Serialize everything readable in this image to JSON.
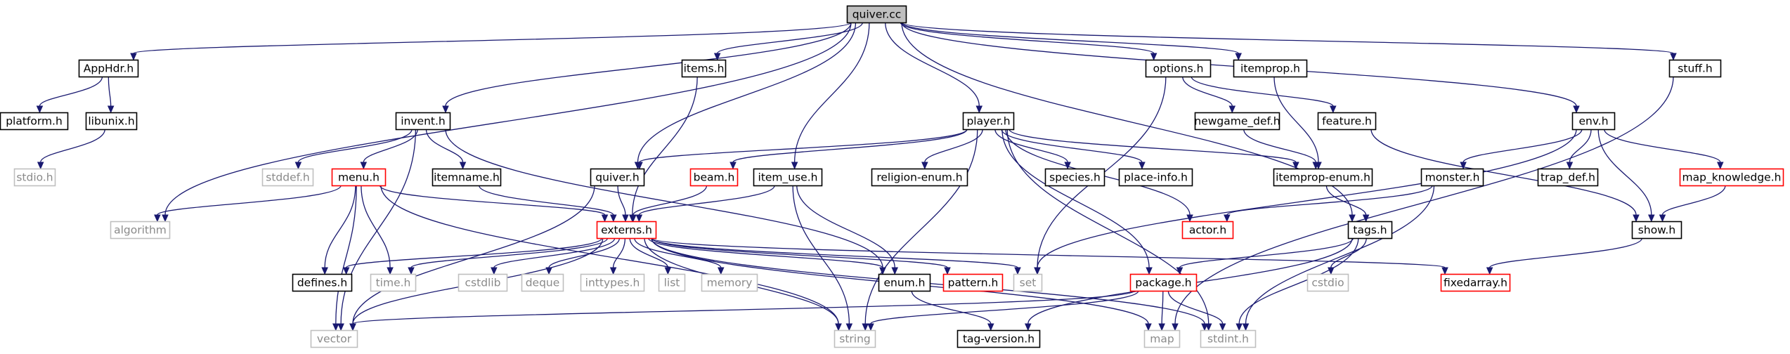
{
  "diagram": {
    "kind": "include-dependency-graph",
    "colors": {
      "edge": "#191970",
      "root_fill": "#bfbfbf",
      "default_border": "#000000",
      "missing_border": "#bfbfbf",
      "missing_text": "#8a8a8a",
      "truncated_border": "#ff0000",
      "text": "#000000"
    },
    "nodes": [
      {
        "id": "quiver_cc",
        "label": "quiver.cc",
        "style": "root"
      },
      {
        "id": "apphdr_h",
        "label": "AppHdr.h",
        "style": "default"
      },
      {
        "id": "platform_h",
        "label": "platform.h",
        "style": "default"
      },
      {
        "id": "libunix_h",
        "label": "libunix.h",
        "style": "default"
      },
      {
        "id": "stdio_h",
        "label": "stdio.h",
        "style": "missing"
      },
      {
        "id": "items_h",
        "label": "items.h",
        "style": "default"
      },
      {
        "id": "invent_h",
        "label": "invent.h",
        "style": "default"
      },
      {
        "id": "stddef_h",
        "label": "stddef.h",
        "style": "missing"
      },
      {
        "id": "menu_h",
        "label": "menu.h",
        "style": "truncated"
      },
      {
        "id": "itemname_h",
        "label": "itemname.h",
        "style": "default"
      },
      {
        "id": "algorithm",
        "label": "algorithm",
        "style": "missing"
      },
      {
        "id": "quiver_h",
        "label": "quiver.h",
        "style": "default"
      },
      {
        "id": "beam_h",
        "label": "beam.h",
        "style": "truncated"
      },
      {
        "id": "item_use_h",
        "label": "item_use.h",
        "style": "default"
      },
      {
        "id": "player_h",
        "label": "player.h",
        "style": "default"
      },
      {
        "id": "religion_enum_h",
        "label": "religion-enum.h",
        "style": "default"
      },
      {
        "id": "species_h",
        "label": "species.h",
        "style": "default"
      },
      {
        "id": "place_info_h",
        "label": "place-info.h",
        "style": "default"
      },
      {
        "id": "options_h",
        "label": "options.h",
        "style": "default"
      },
      {
        "id": "newgame_def_h",
        "label": "newgame_def.h",
        "style": "default"
      },
      {
        "id": "feature_h",
        "label": "feature.h",
        "style": "default"
      },
      {
        "id": "itemprop_h",
        "label": "itemprop.h",
        "style": "default"
      },
      {
        "id": "itemprop_enum_h",
        "label": "itemprop-enum.h",
        "style": "default"
      },
      {
        "id": "stuff_h",
        "label": "stuff.h",
        "style": "default"
      },
      {
        "id": "env_h",
        "label": "env.h",
        "style": "default"
      },
      {
        "id": "monster_h",
        "label": "monster.h",
        "style": "default"
      },
      {
        "id": "trap_def_h",
        "label": "trap_def.h",
        "style": "default"
      },
      {
        "id": "map_knowledge_h",
        "label": "map_knowledge.h",
        "style": "truncated"
      },
      {
        "id": "externs_h",
        "label": "externs.h",
        "style": "truncated"
      },
      {
        "id": "actor_h",
        "label": "actor.h",
        "style": "truncated"
      },
      {
        "id": "tags_h",
        "label": "tags.h",
        "style": "default"
      },
      {
        "id": "show_h",
        "label": "show.h",
        "style": "default"
      },
      {
        "id": "defines_h",
        "label": "defines.h",
        "style": "default"
      },
      {
        "id": "time_h",
        "label": "time.h",
        "style": "missing"
      },
      {
        "id": "cstdlib",
        "label": "cstdlib",
        "style": "missing"
      },
      {
        "id": "deque",
        "label": "deque",
        "style": "missing"
      },
      {
        "id": "inttypes_h",
        "label": "inttypes.h",
        "style": "missing"
      },
      {
        "id": "list",
        "label": "list",
        "style": "missing"
      },
      {
        "id": "memory",
        "label": "memory",
        "style": "missing"
      },
      {
        "id": "enum_h",
        "label": "enum.h",
        "style": "default"
      },
      {
        "id": "pattern_h",
        "label": "pattern.h",
        "style": "truncated"
      },
      {
        "id": "set",
        "label": "set",
        "style": "missing"
      },
      {
        "id": "package_h",
        "label": "package.h",
        "style": "truncated"
      },
      {
        "id": "cstdio",
        "label": "cstdio",
        "style": "missing"
      },
      {
        "id": "fixedarray_h",
        "label": "fixedarray.h",
        "style": "truncated"
      },
      {
        "id": "vector",
        "label": "vector",
        "style": "missing"
      },
      {
        "id": "string",
        "label": "string",
        "style": "missing"
      },
      {
        "id": "tag_version_h",
        "label": "tag-version.h",
        "style": "default"
      },
      {
        "id": "map",
        "label": "map",
        "style": "missing"
      },
      {
        "id": "stdint_h",
        "label": "stdint.h",
        "style": "missing"
      }
    ],
    "edges": [
      [
        "quiver_cc",
        "apphdr_h"
      ],
      [
        "quiver_cc",
        "items_h"
      ],
      [
        "quiver_cc",
        "invent_h"
      ],
      [
        "quiver_cc",
        "algorithm"
      ],
      [
        "quiver_cc",
        "quiver_h"
      ],
      [
        "quiver_cc",
        "item_use_h"
      ],
      [
        "quiver_cc",
        "player_h"
      ],
      [
        "quiver_cc",
        "options_h"
      ],
      [
        "quiver_cc",
        "itemprop_h"
      ],
      [
        "quiver_cc",
        "stuff_h"
      ],
      [
        "quiver_cc",
        "env_h"
      ],
      [
        "quiver_cc",
        "tags_h"
      ],
      [
        "apphdr_h",
        "platform_h"
      ],
      [
        "apphdr_h",
        "libunix_h"
      ],
      [
        "libunix_h",
        "stdio_h"
      ],
      [
        "items_h",
        "externs_h"
      ],
      [
        "invent_h",
        "stddef_h"
      ],
      [
        "invent_h",
        "menu_h"
      ],
      [
        "invent_h",
        "itemname_h"
      ],
      [
        "invent_h",
        "enum_h"
      ],
      [
        "invent_h",
        "vector"
      ],
      [
        "menu_h",
        "algorithm"
      ],
      [
        "menu_h",
        "externs_h"
      ],
      [
        "menu_h",
        "defines_h"
      ],
      [
        "menu_h",
        "time_h"
      ],
      [
        "menu_h",
        "vector"
      ],
      [
        "menu_h",
        "string"
      ],
      [
        "itemname_h",
        "externs_h"
      ],
      [
        "quiver_h",
        "externs_h"
      ],
      [
        "quiver_h",
        "vector"
      ],
      [
        "beam_h",
        "externs_h"
      ],
      [
        "item_use_h",
        "externs_h"
      ],
      [
        "item_use_h",
        "enum_h"
      ],
      [
        "item_use_h",
        "string"
      ],
      [
        "player_h",
        "quiver_h"
      ],
      [
        "player_h",
        "beam_h"
      ],
      [
        "player_h",
        "religion_enum_h"
      ],
      [
        "player_h",
        "species_h"
      ],
      [
        "player_h",
        "place_info_h"
      ],
      [
        "player_h",
        "itemprop_enum_h"
      ],
      [
        "player_h",
        "actor_h"
      ],
      [
        "player_h",
        "package_h"
      ],
      [
        "player_h",
        "stdint_h"
      ],
      [
        "player_h",
        "string"
      ],
      [
        "options_h",
        "newgame_def_h"
      ],
      [
        "options_h",
        "feature_h"
      ],
      [
        "options_h",
        "set"
      ],
      [
        "itemprop_h",
        "itemprop_enum_h"
      ],
      [
        "newgame_def_h",
        "itemprop_enum_h"
      ],
      [
        "feature_h",
        "show_h"
      ],
      [
        "itemprop_enum_h",
        "tags_h"
      ],
      [
        "stuff_h",
        "map"
      ],
      [
        "env_h",
        "monster_h"
      ],
      [
        "env_h",
        "trap_def_h"
      ],
      [
        "env_h",
        "map_knowledge_h"
      ],
      [
        "env_h",
        "show_h"
      ],
      [
        "env_h",
        "set"
      ],
      [
        "monster_h",
        "actor_h"
      ],
      [
        "monster_h",
        "stdint_h"
      ],
      [
        "map_knowledge_h",
        "show_h"
      ],
      [
        "show_h",
        "fixedarray_h"
      ],
      [
        "tags_h",
        "package_h"
      ],
      [
        "tags_h",
        "cstdio"
      ],
      [
        "tags_h",
        "stdint_h"
      ],
      [
        "tags_h",
        "tag_version_h"
      ],
      [
        "externs_h",
        "defines_h"
      ],
      [
        "externs_h",
        "time_h"
      ],
      [
        "externs_h",
        "cstdlib"
      ],
      [
        "externs_h",
        "deque"
      ],
      [
        "externs_h",
        "inttypes_h"
      ],
      [
        "externs_h",
        "list"
      ],
      [
        "externs_h",
        "memory"
      ],
      [
        "externs_h",
        "enum_h"
      ],
      [
        "externs_h",
        "pattern_h"
      ],
      [
        "externs_h",
        "set"
      ],
      [
        "externs_h",
        "fixedarray_h"
      ],
      [
        "externs_h",
        "vector"
      ],
      [
        "externs_h",
        "string"
      ],
      [
        "externs_h",
        "map"
      ],
      [
        "externs_h",
        "stdint_h"
      ],
      [
        "enum_h",
        "tag_version_h"
      ],
      [
        "package_h",
        "vector"
      ],
      [
        "package_h",
        "map"
      ],
      [
        "package_h",
        "stdint_h"
      ],
      [
        "package_h",
        "string"
      ]
    ]
  }
}
